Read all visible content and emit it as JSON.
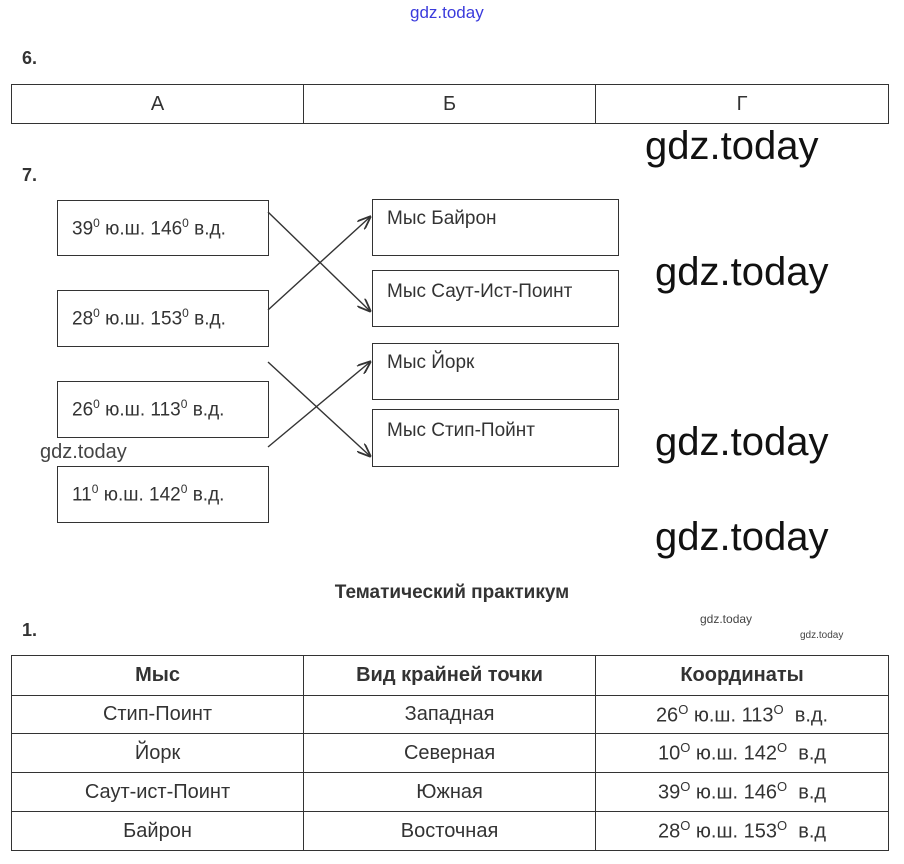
{
  "watermarks": {
    "top": "gdz.today",
    "big": "gdz.today",
    "small": "gdz.today"
  },
  "task6": {
    "number": "6.",
    "cells": [
      "А",
      "Б",
      "Г"
    ]
  },
  "task7": {
    "number": "7.",
    "left": [
      {
        "lat": "39",
        "lat_s": "0",
        "mid": " ю.ш. 146",
        "lon_s": "0",
        "end": " в.д."
      },
      {
        "lat": "28",
        "lat_s": "0",
        "mid": " ю.ш. 153",
        "lon_s": "0",
        "end": " в.д."
      },
      {
        "lat": "26",
        "lat_s": "0",
        "mid": " ю.ш. 113",
        "lon_s": "0",
        "end": " в.д."
      },
      {
        "lat": "11",
        "lat_s": "0",
        "mid": " ю.ш. 142",
        "lon_s": "0",
        "end": " в.д."
      }
    ],
    "right": [
      "Мыс Байрон",
      "Мыс Саут-Ист-Поинт",
      "Мыс Йорк",
      "Мыс Стип-Пойнт"
    ]
  },
  "section_title": "Тематический практикум",
  "task1": {
    "number": "1.",
    "headers": [
      "Мыс",
      "Вид крайней точки",
      "Координаты"
    ],
    "rows": [
      {
        "cape": "Стип-Поинт",
        "type": "Западная",
        "lat": "26",
        "sup": "O",
        "mid": " ю.ш. 113",
        "end": "  в.д."
      },
      {
        "cape": "Йорк",
        "type": "Северная",
        "lat": "10",
        "sup": "O",
        "mid": " ю.ш. 142",
        "end": "  в.д"
      },
      {
        "cape": "Саут-ист-Поинт",
        "type": "Южная",
        "lat": "39",
        "sup": "O",
        "mid": " ю.ш. 146",
        "end": "  в.д"
      },
      {
        "cape": "Байрон",
        "type": "Восточная",
        "lat": "28",
        "sup": "O",
        "mid": " ю.ш. 153",
        "end": "  в.д"
      }
    ]
  }
}
